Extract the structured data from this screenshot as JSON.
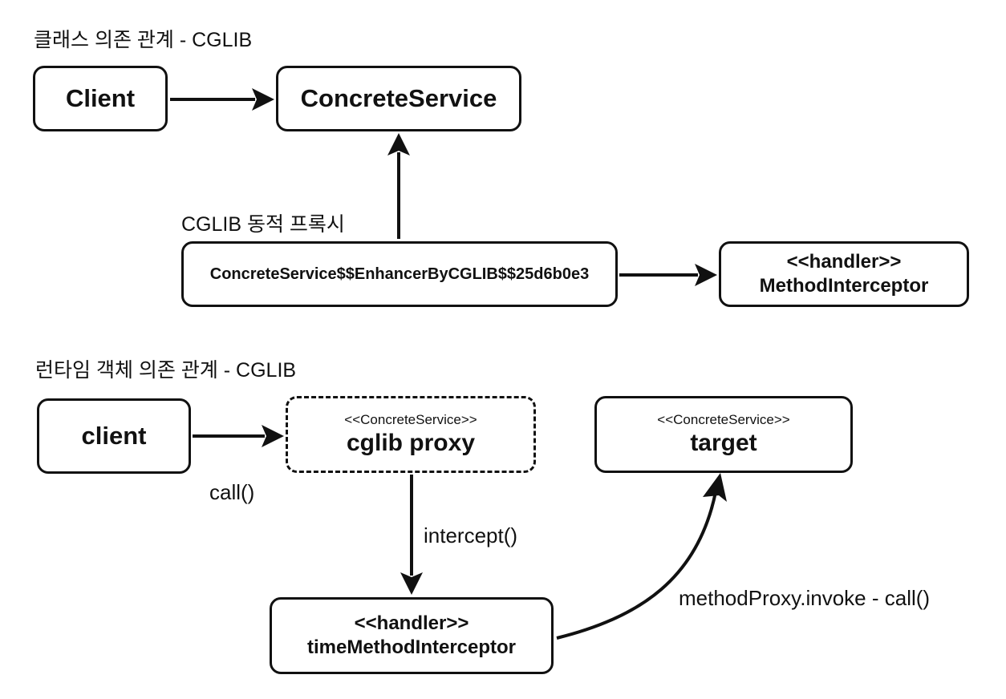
{
  "class_diagram": {
    "title": "클래스 의존 관계 - CGLIB",
    "client_box": "Client",
    "concrete_box": "ConcreteService",
    "proxy_caption": "CGLIB 동적 프록시",
    "proxy_box": "ConcreteService$$EnhancerByCGLIB$$25d6b0e3",
    "handler_box": {
      "stereotype": "<<handler>>",
      "name": "MethodInterceptor"
    }
  },
  "runtime_diagram": {
    "title": "런타임 객체 의존 관계 - CGLIB",
    "client_box": "client",
    "proxy_box": {
      "stereotype": "<<ConcreteService>>",
      "name": "cglib proxy"
    },
    "target_box": {
      "stereotype": "<<ConcreteService>>",
      "name": "target"
    },
    "handler_box": {
      "stereotype": "<<handler>>",
      "name": "timeMethodInterceptor"
    },
    "call_label": "call()",
    "intercept_label": "intercept()",
    "invoke_label": "methodProxy.invoke - call()"
  }
}
